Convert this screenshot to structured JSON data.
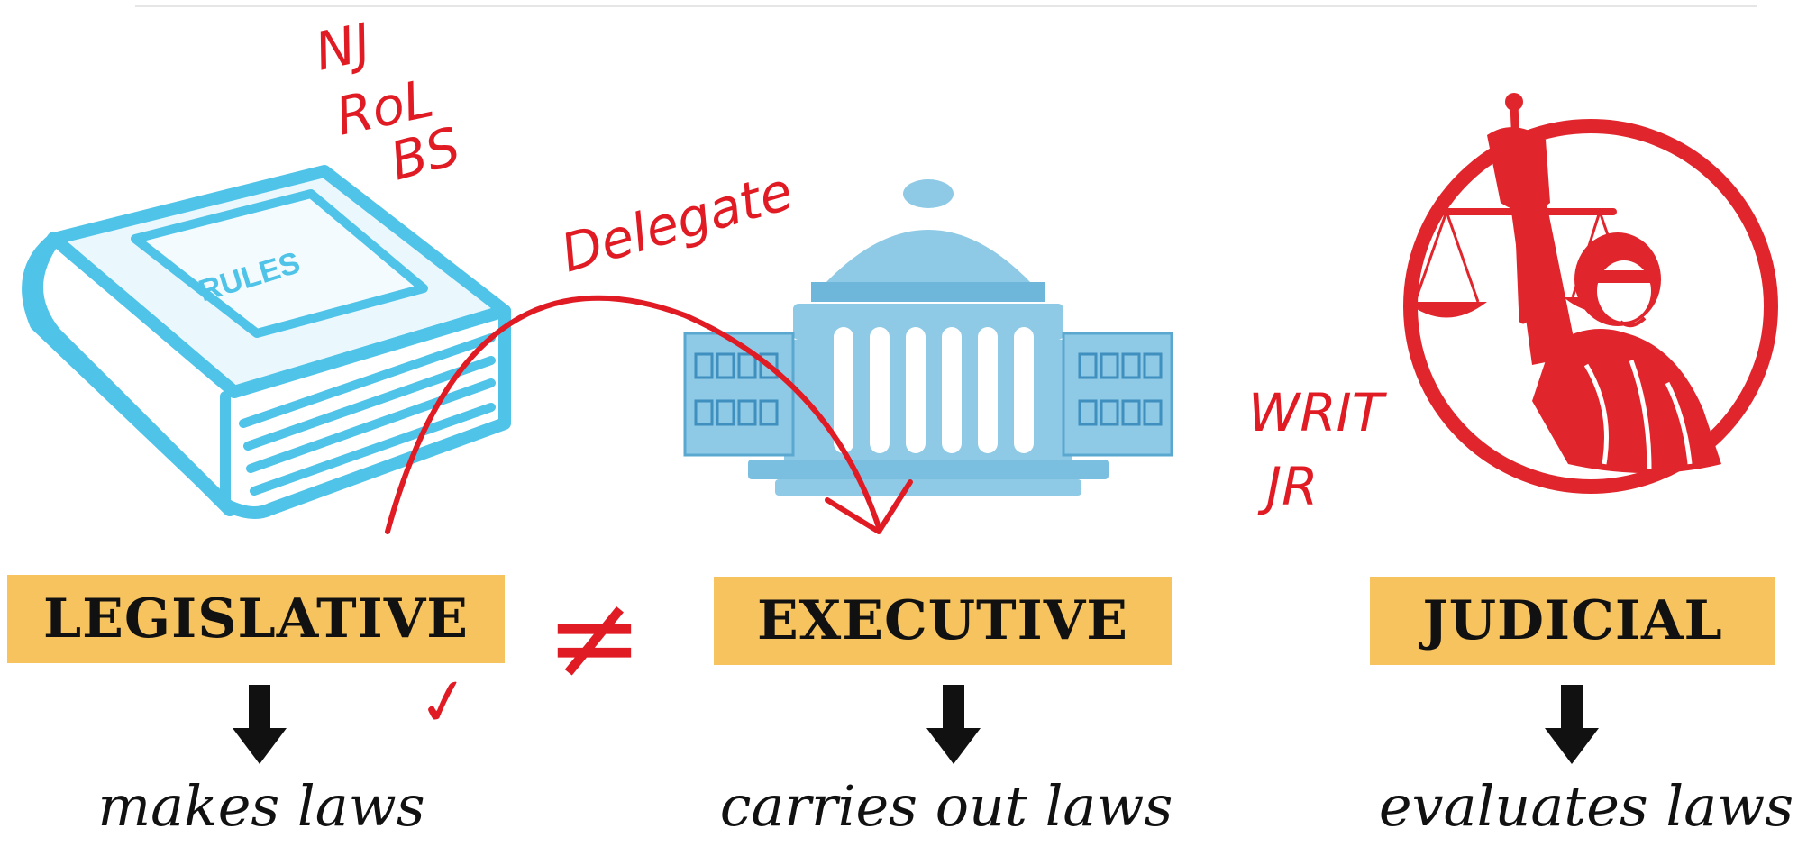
{
  "branches": [
    {
      "name": "LEGISLATIVE",
      "description": "makes laws",
      "icon": "rules-book-icon"
    },
    {
      "name": "EXECUTIVE",
      "description": "carries out laws",
      "icon": "government-building-icon"
    },
    {
      "name": "JUDICIAL",
      "description": "evaluates laws",
      "icon": "lady-justice-icon"
    }
  ],
  "book_text": "RULES",
  "annotations": {
    "top_left_lines": [
      "NJ",
      "RoL",
      "BS"
    ],
    "arrow_note": "Delegate",
    "not_equal_symbol": "≠",
    "writ_lines": [
      "WRIT",
      "JR"
    ],
    "tick": "✓"
  },
  "colors": {
    "label_fill": "#f6c35e",
    "book_blue": "#4fc3e8",
    "building_blue": "#8ecae6",
    "justice_red": "#e0262c",
    "ink_red": "#e01b24",
    "arrow_black": "#111111"
  }
}
